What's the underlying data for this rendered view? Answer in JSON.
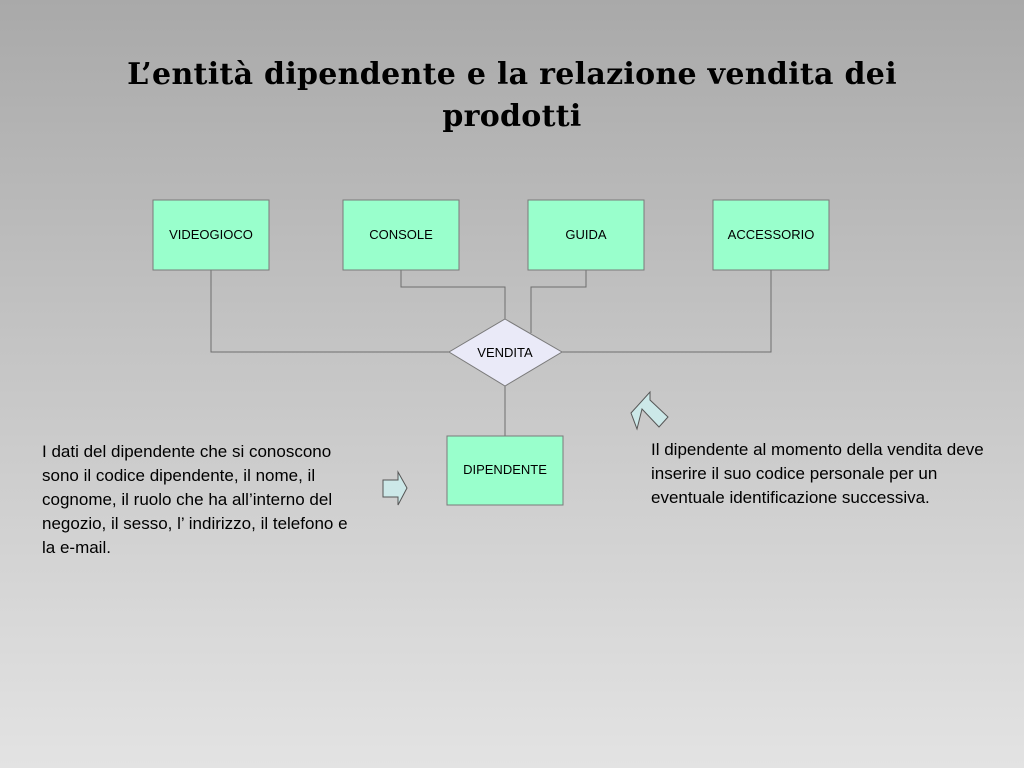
{
  "slide": {
    "title": "L’entità dipendente e la relazione vendita dei prodotti"
  },
  "diagram": {
    "entities": {
      "videogioco": "VIDEOGIOCO",
      "console": "CONSOLE",
      "guida": "GUIDA",
      "accessorio": "ACCESSORIO",
      "dipendente": "DIPENDENTE"
    },
    "relationship": "VENDITA",
    "colors": {
      "entity_fill": "#99ffcc",
      "relationship_fill": "#eaeaf8",
      "line": "#6e6e6e",
      "arrow_fill": "#cce8e8"
    }
  },
  "notes": {
    "left": "I dati del dipendente che si conoscono sono il codice dipendente, il nome, il cognome, il ruolo che ha all’interno del negozio, il sesso, l’ indirizzo, il telefono e la e-mail.",
    "right": "Il dipendente al momento della vendita deve inserire il suo codice personale per un eventuale identificazione successiva."
  },
  "icons": {
    "left_arrow": "arrow-right-icon",
    "right_arrow": "arrow-up-left-icon"
  }
}
